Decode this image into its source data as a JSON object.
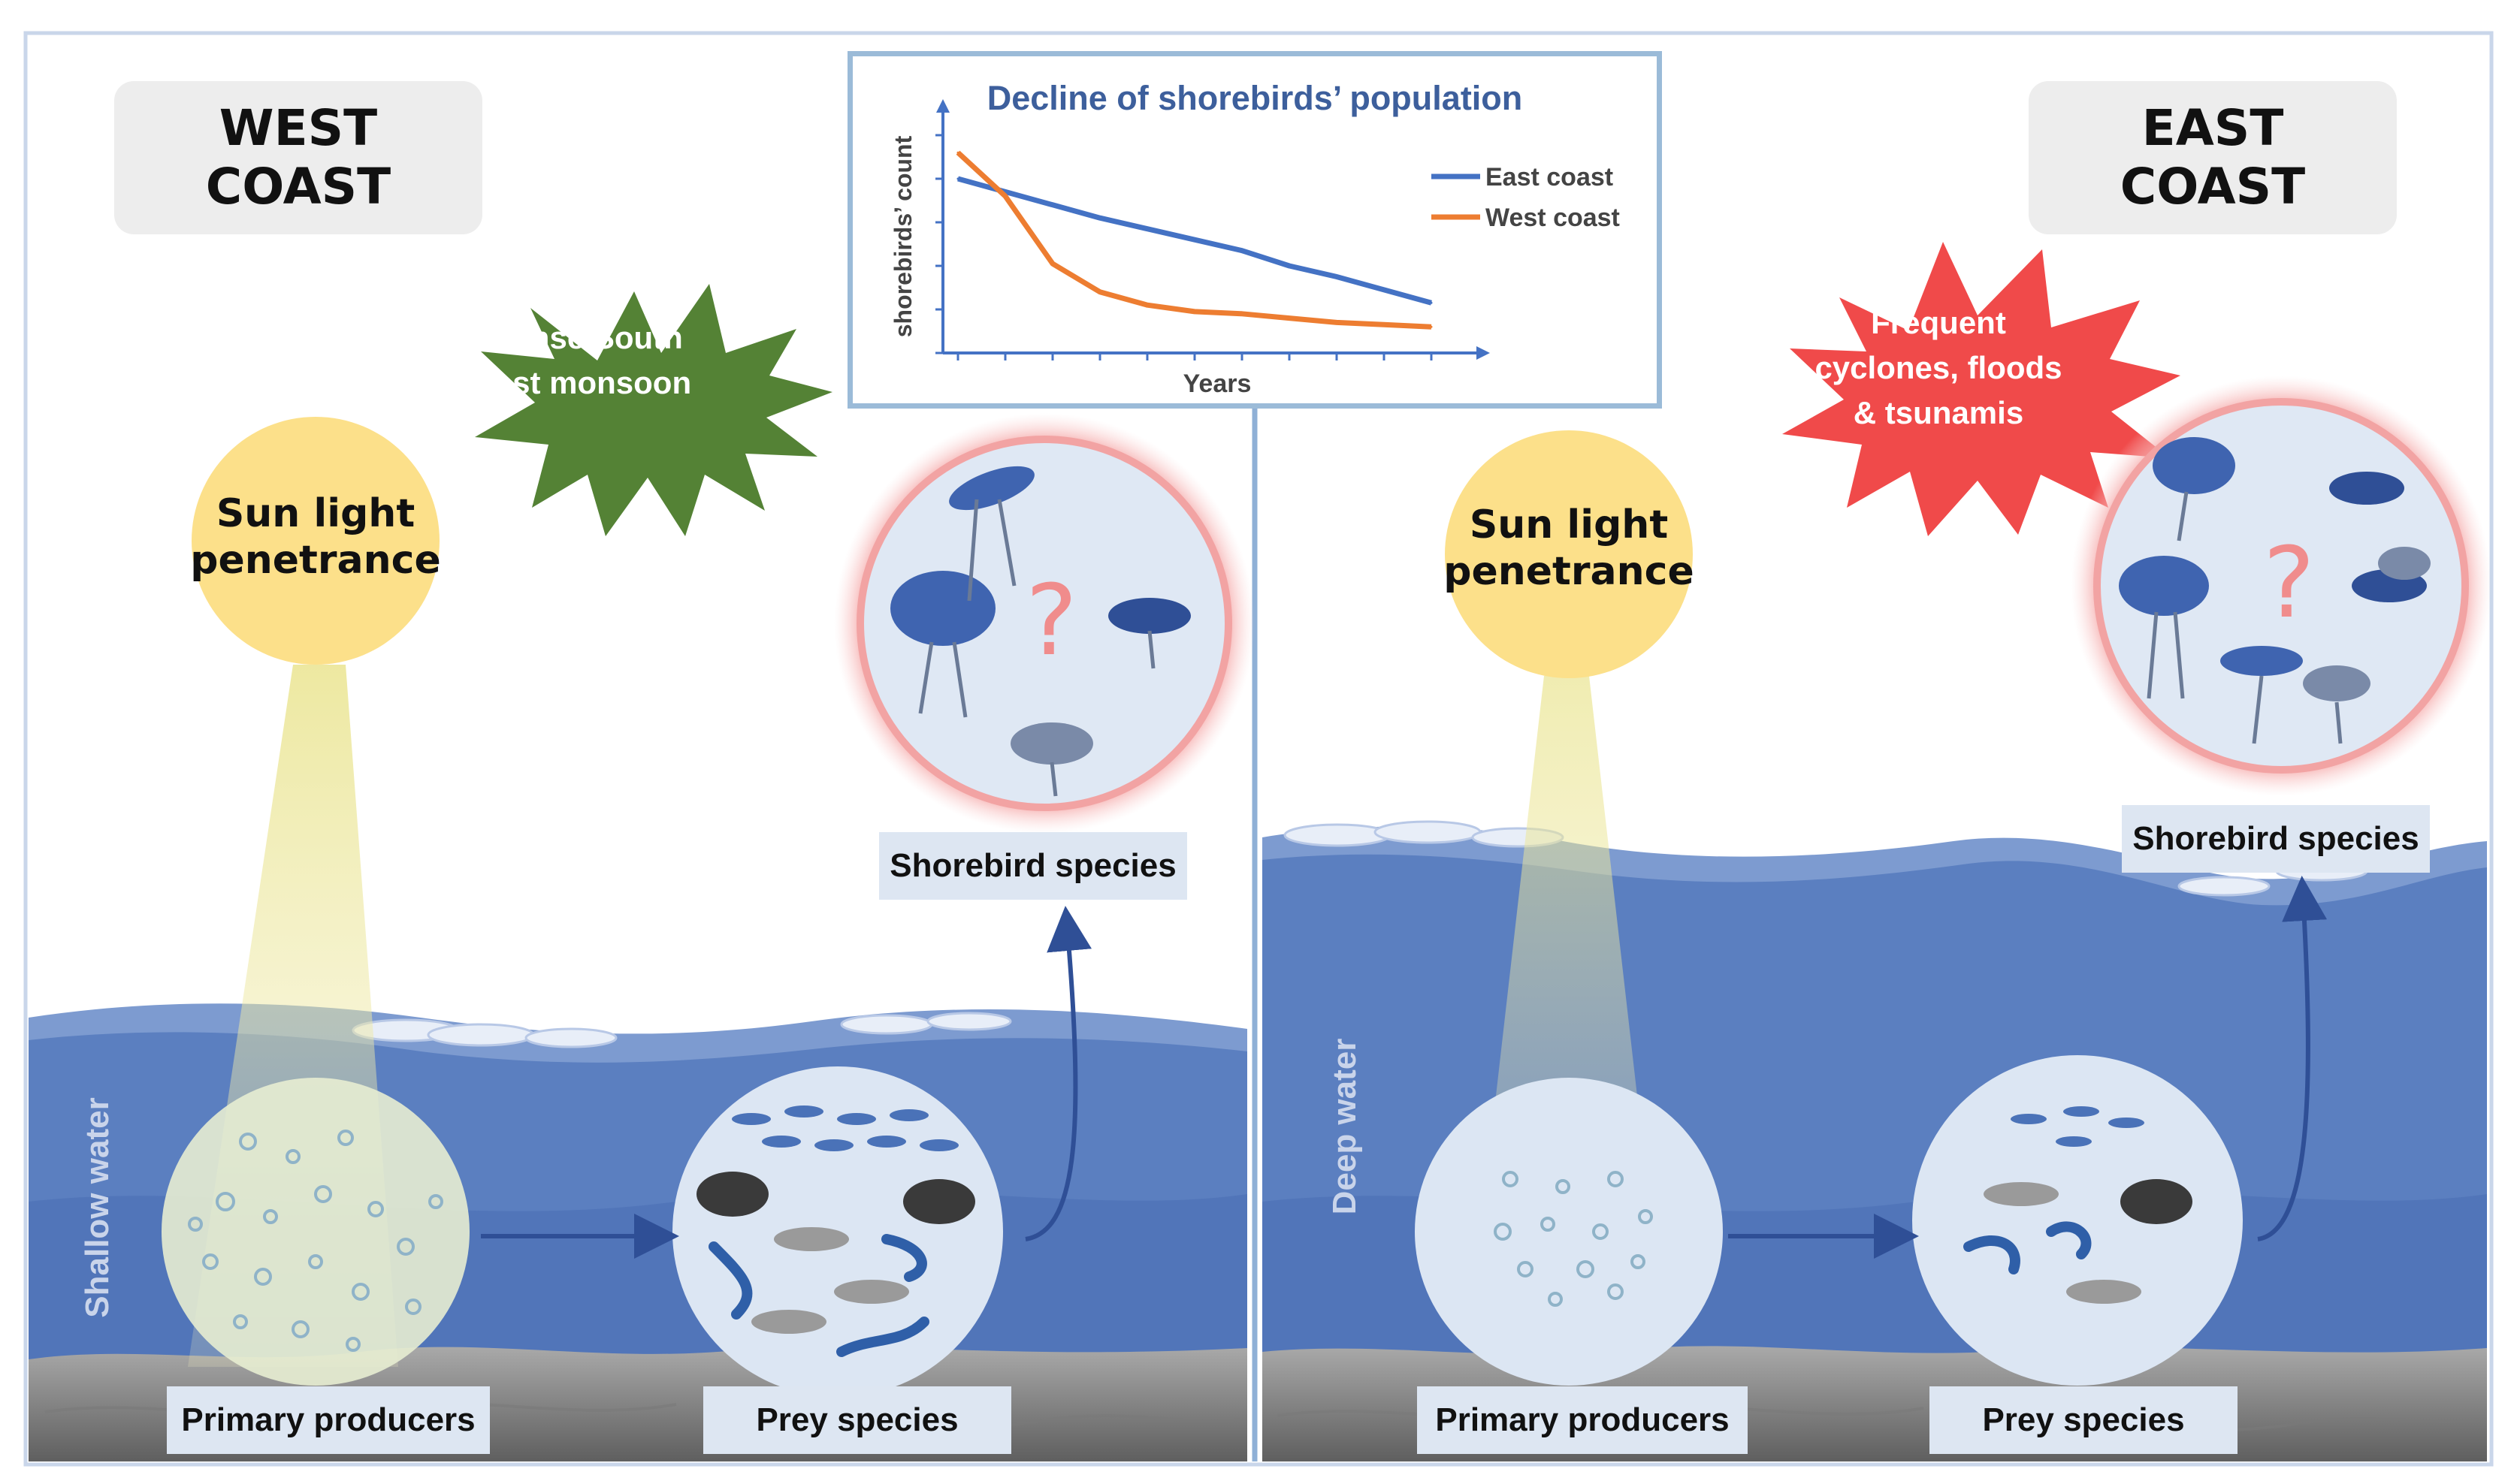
{
  "west": {
    "title": "WEST\nCOAST",
    "event": "Intense South\nWest monsoon",
    "sun": "Sun light\npenetrance",
    "water": "Shallow water",
    "producers": "Primary producers",
    "prey": "Prey species",
    "shorebirds": "Shorebird species",
    "question": "?"
  },
  "east": {
    "title": "EAST\nCOAST",
    "event": "Frequent\ncyclones, floods\n& tsunamis",
    "sun": "Sun light\npenetrance",
    "water": "Deep water",
    "producers": "Primary producers",
    "prey": "Prey species",
    "shorebirds": "Shorebird species",
    "question": "?"
  },
  "colors": {
    "monsoon_burst": "#548235",
    "cyclone_burst": "#f04a4a",
    "sun": "#fce08a",
    "water": "#5b7fc0",
    "sand": "#8c8c8c",
    "bird_circle": "#dfe8f4",
    "east_series": "#4472c4",
    "west_series": "#ed7d31"
  },
  "icons": [
    "sun-icon",
    "bird-icon",
    "crab-icon",
    "shrimp-icon",
    "eel-icon",
    "fish-icon",
    "plankton-icon",
    "arrow-icon"
  ],
  "chart_data": {
    "type": "line",
    "title": "Decline of shorebirds’ population",
    "xlabel": "Years",
    "ylabel": "shorebirds’ count",
    "x": [
      1,
      2,
      3,
      4,
      5,
      6,
      7,
      8,
      9,
      10,
      11
    ],
    "ylim": [
      0,
      100
    ],
    "legend": "top-right",
    "series": [
      {
        "name": "East coast",
        "color": "#4472c4",
        "values": [
          80,
          74,
          68,
          62,
          57,
          52,
          47,
          40,
          35,
          29,
          23
        ]
      },
      {
        "name": "West coast",
        "color": "#ed7d31",
        "values": [
          92,
          72,
          41,
          28,
          22,
          19,
          18,
          16,
          14,
          13,
          12
        ]
      }
    ]
  }
}
